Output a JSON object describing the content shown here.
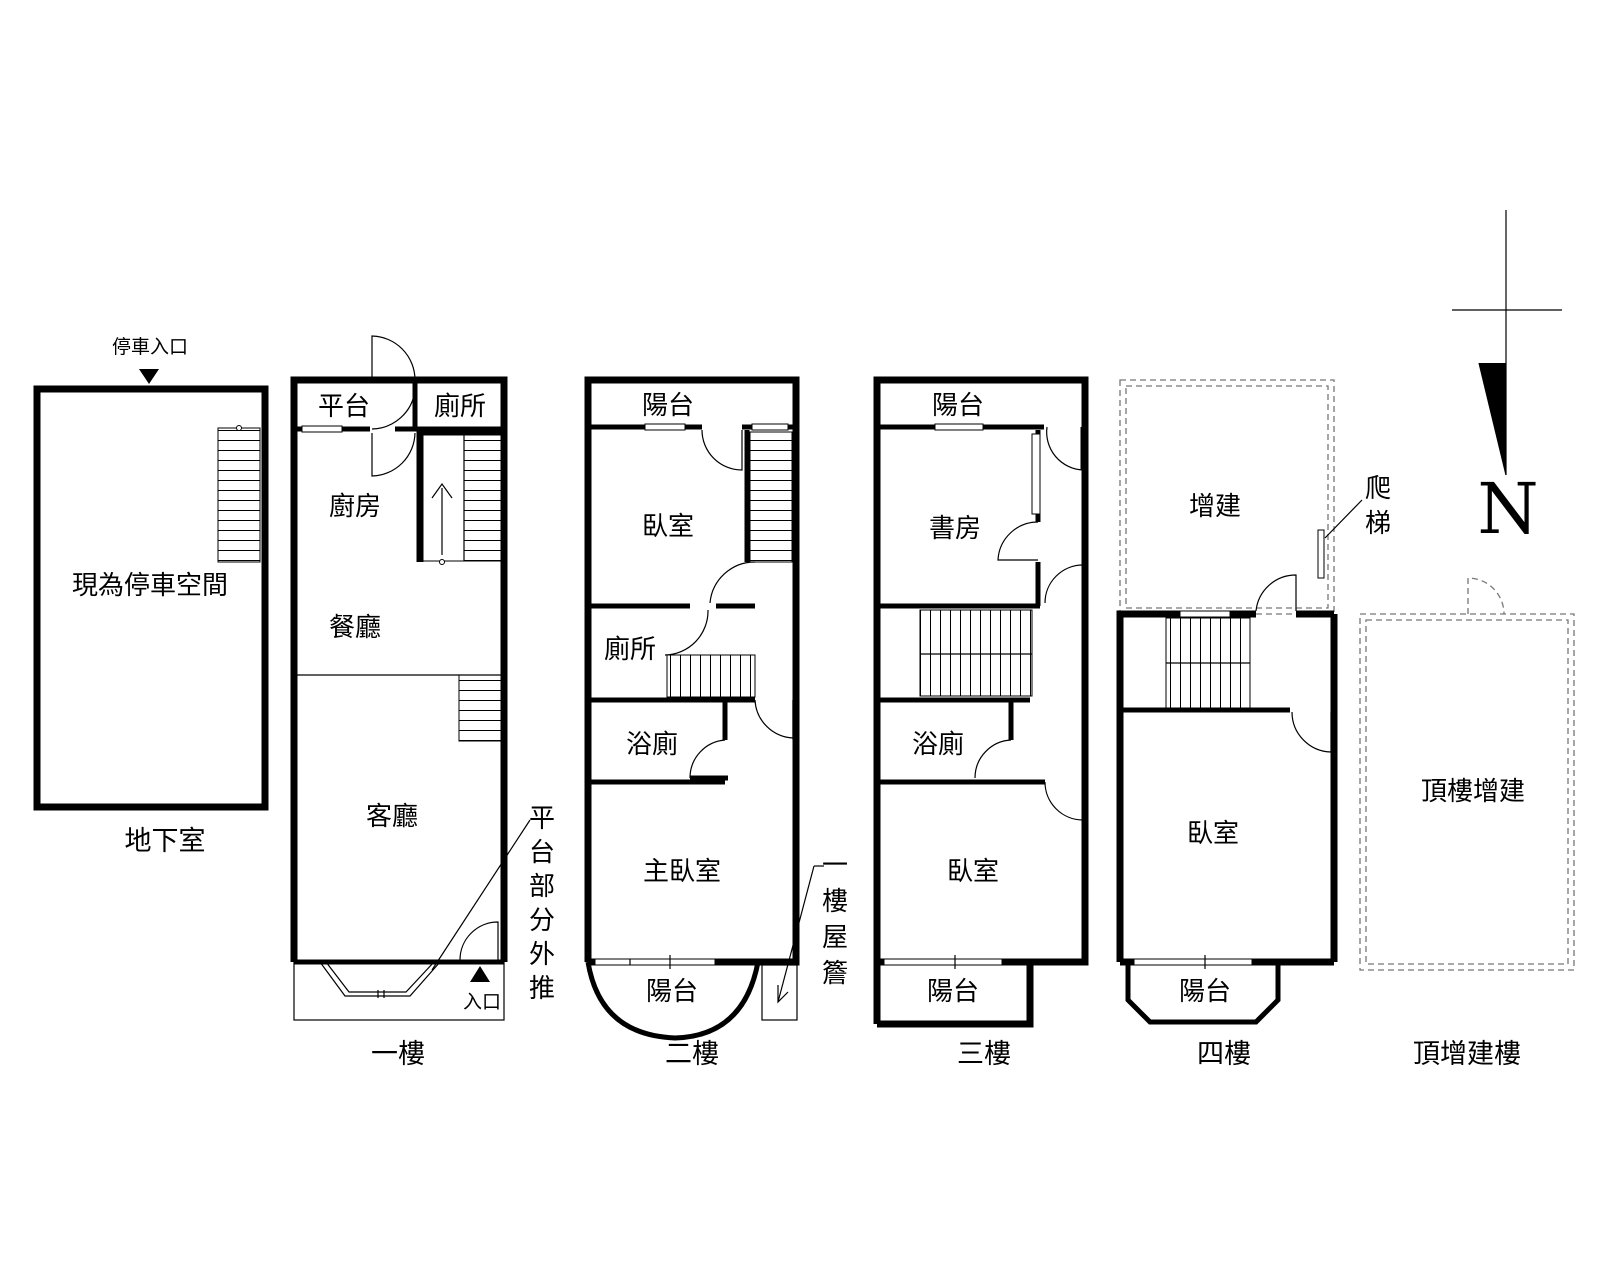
{
  "basement": {
    "entrance_label": "停車入口",
    "room_label": "現為停車空間",
    "caption": "地下室"
  },
  "floor1": {
    "rooms": {
      "platform": "平台",
      "toilet": "廁所",
      "kitchen": "廚房",
      "dining": "餐廳",
      "living": "客廳"
    },
    "entrance_label": "入口",
    "annotation": [
      "平",
      "台",
      "部",
      "分",
      "外",
      "推"
    ],
    "caption": "一樓"
  },
  "floor2": {
    "rooms": {
      "balcony_top": "陽台",
      "bedroom": "臥室",
      "toilet": "廁所",
      "bathroom": "浴廁",
      "master_bedroom": "主臥室",
      "balcony_bottom": "陽台"
    },
    "annotation": [
      "一",
      "樓",
      "屋",
      "簷"
    ],
    "caption": "二樓"
  },
  "floor3": {
    "rooms": {
      "balcony_top": "陽台",
      "study": "書房",
      "bathroom": "浴廁",
      "bedroom": "臥室",
      "balcony_bottom": "陽台"
    },
    "caption": "三樓"
  },
  "floor4": {
    "rooms": {
      "extension": "增建",
      "bedroom": "臥室",
      "balcony": "陽台"
    },
    "ladder_label": [
      "爬",
      "梯"
    ],
    "caption": "四樓"
  },
  "roof": {
    "room_label": "頂樓增建",
    "caption": "頂增建樓"
  },
  "compass": {
    "north_label": "N"
  }
}
